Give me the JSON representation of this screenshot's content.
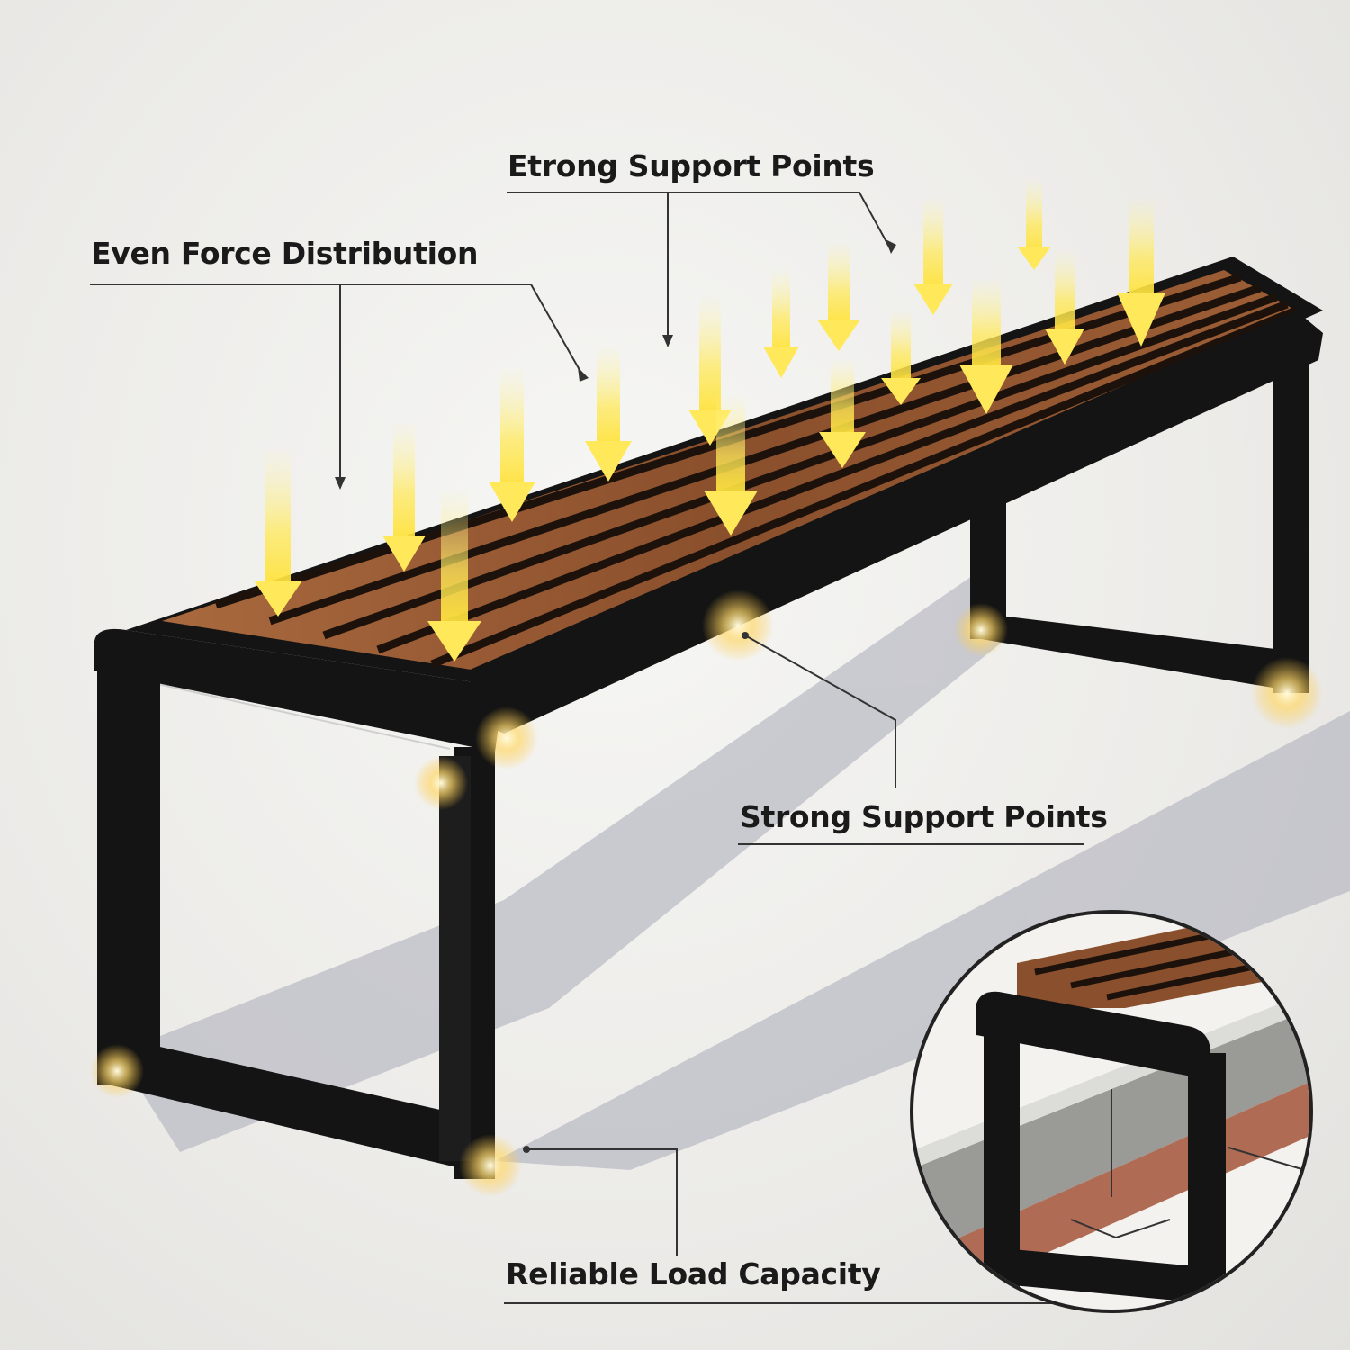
{
  "labels": {
    "even_force": "Even Force Distribution",
    "support_top": "Etrong Support Points",
    "support_mid": "Strong Support Points",
    "reliable_load": "Reliable Load Capacity"
  },
  "colors": {
    "frame": "#141414",
    "wood": "#8a4f2c",
    "wood_light": "#a9693e",
    "arrow": "#ffe95a",
    "glow": "#fff3a0"
  }
}
